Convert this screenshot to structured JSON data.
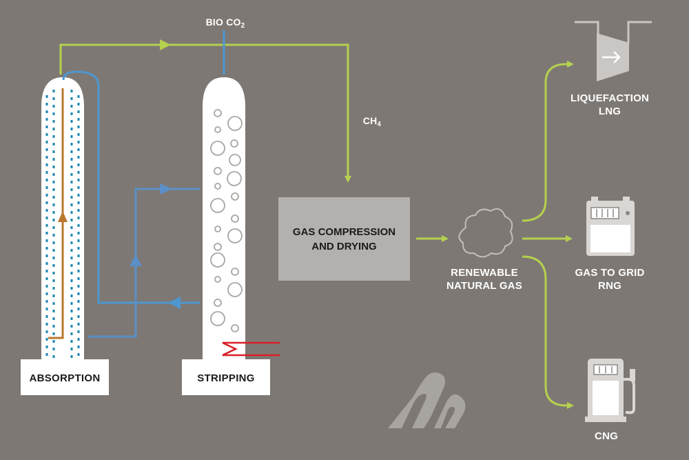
{
  "colors": {
    "background": "#7d7874",
    "green_flow": "#b5d14e",
    "blue_flow": "#4d97d1",
    "light_blue_flow": "#5a8fc8",
    "orange_flow": "#b9772f",
    "dots": "#1e87b0",
    "heat": "#d91f26",
    "process_box": "#b4b0ad",
    "icon_fill": "#c9c6c3"
  },
  "labels": {
    "bio_co2_main": "BIO CO",
    "bio_co2_sub": "2",
    "ch4_main": "CH",
    "ch4_sub": "4",
    "absorption": "ABSORPTION",
    "stripping": "STRIPPING",
    "process_line1": "GAS COMPRESSION",
    "process_line2": "AND DRYING",
    "rng_line1": "RENEWABLE",
    "rng_line2": "NATURAL GAS",
    "liquefaction_line1": "LIQUEFACTION",
    "liquefaction_line2": "LNG",
    "grid_line1": "GAS TO GRID",
    "grid_line2": "RNG",
    "cng": "CNG"
  },
  "icons": {
    "liquefaction": "compressor-icon",
    "grid": "gas-meter-icon",
    "cng": "fuel-pump-icon",
    "rng": "cloud-icon",
    "logo": "logo-icon"
  }
}
